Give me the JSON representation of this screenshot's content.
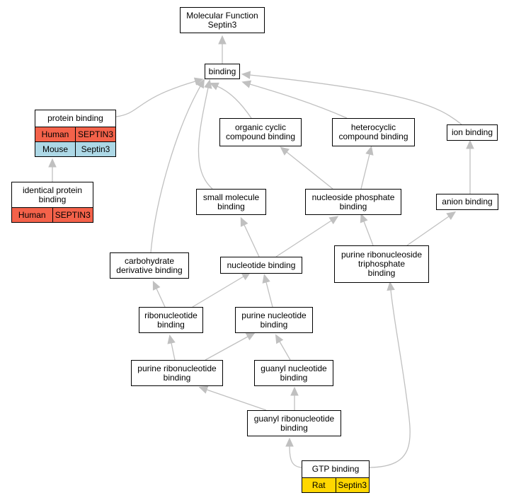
{
  "colors": {
    "edge": "#c0c0c0",
    "human": "#f4624a",
    "mouse": "#add8e6",
    "rat": "#ffd700"
  },
  "nodes": {
    "mf_root": {
      "lines": [
        "Molecular Function",
        "Septin3"
      ]
    },
    "binding": {
      "lines": [
        "binding"
      ]
    },
    "protein": {
      "lines": [
        "protein binding"
      ],
      "species": [
        {
          "organism": "Human",
          "gene": "SEPTIN3",
          "color": "#f4624a"
        },
        {
          "organism": "Mouse",
          "gene": "Septin3",
          "color": "#add8e6"
        }
      ]
    },
    "identical": {
      "lines": [
        "identical protein",
        "binding"
      ],
      "species": [
        {
          "organism": "Human",
          "gene": "SEPTIN3",
          "color": "#f4624a"
        }
      ]
    },
    "organic": {
      "lines": [
        "organic cyclic",
        "compound binding"
      ]
    },
    "hetero": {
      "lines": [
        "heterocyclic",
        "compound binding"
      ]
    },
    "ion": {
      "lines": [
        "ion binding"
      ]
    },
    "small": {
      "lines": [
        "small molecule",
        "binding"
      ]
    },
    "nsp": {
      "lines": [
        "nucleoside phosphate",
        "binding"
      ]
    },
    "anion": {
      "lines": [
        "anion binding"
      ]
    },
    "carb": {
      "lines": [
        "carbohydrate",
        "derivative binding"
      ]
    },
    "nucleotide": {
      "lines": [
        "nucleotide binding"
      ]
    },
    "prtp": {
      "lines": [
        "purine ribonucleoside",
        "triphosphate",
        "binding"
      ]
    },
    "ribo": {
      "lines": [
        "ribonucleotide",
        "binding"
      ]
    },
    "purine": {
      "lines": [
        "purine nucleotide",
        "binding"
      ]
    },
    "purribo": {
      "lines": [
        "purine ribonucleotide",
        "binding"
      ]
    },
    "guanyl": {
      "lines": [
        "guanyl nucleotide",
        "binding"
      ]
    },
    "guanylribo": {
      "lines": [
        "guanyl ribonucleotide",
        "binding"
      ]
    },
    "gtp": {
      "lines": [
        "GTP binding"
      ],
      "species": [
        {
          "organism": "Rat",
          "gene": "Septin3",
          "color": "#ffd700"
        }
      ]
    }
  },
  "edges": [
    [
      "binding",
      "mf_root"
    ],
    [
      "protein",
      "binding"
    ],
    [
      "identical",
      "protein"
    ],
    [
      "organic",
      "binding"
    ],
    [
      "hetero",
      "binding"
    ],
    [
      "ion",
      "binding"
    ],
    [
      "small",
      "binding"
    ],
    [
      "carb",
      "binding"
    ],
    [
      "nsp",
      "organic"
    ],
    [
      "nsp",
      "hetero"
    ],
    [
      "anion",
      "ion"
    ],
    [
      "nucleotide",
      "small"
    ],
    [
      "nucleotide",
      "nsp"
    ],
    [
      "prtp",
      "nsp"
    ],
    [
      "prtp",
      "anion"
    ],
    [
      "ribo",
      "carb"
    ],
    [
      "ribo",
      "nucleotide"
    ],
    [
      "purine",
      "nucleotide"
    ],
    [
      "purribo",
      "ribo"
    ],
    [
      "purribo",
      "purine"
    ],
    [
      "guanyl",
      "purine"
    ],
    [
      "guanylribo",
      "purribo"
    ],
    [
      "guanylribo",
      "guanyl"
    ],
    [
      "gtp",
      "guanylribo"
    ],
    [
      "gtp",
      "prtp"
    ]
  ]
}
